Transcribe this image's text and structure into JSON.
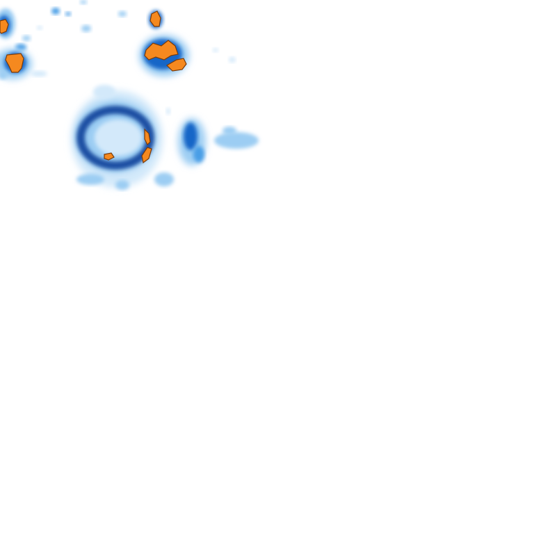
{
  "map": {
    "kind": "precipitation-radar-tile",
    "background": "#ffffff",
    "legend_shown": false,
    "intensity_palette": {
      "very_light": "#d3e9fa",
      "light": "#9ccdf3",
      "moderate": "#4a9ee6",
      "heavy": "#1566c7",
      "very_heavy": "#1d4fa3",
      "extreme": "#f5891f",
      "extreme_outline": "#7a3a08"
    },
    "cells": [
      {
        "id": "northwest-edge-cell",
        "peak_intensity": "extreme"
      },
      {
        "id": "west-edge-cell",
        "peak_intensity": "extreme"
      },
      {
        "id": "north-central-cell",
        "peak_intensity": "extreme"
      },
      {
        "id": "central-ring-cell",
        "peak_intensity": "extreme"
      },
      {
        "id": "east-band-cell",
        "peak_intensity": "very_heavy"
      },
      {
        "id": "far-east-streak",
        "peak_intensity": "light"
      }
    ]
  }
}
